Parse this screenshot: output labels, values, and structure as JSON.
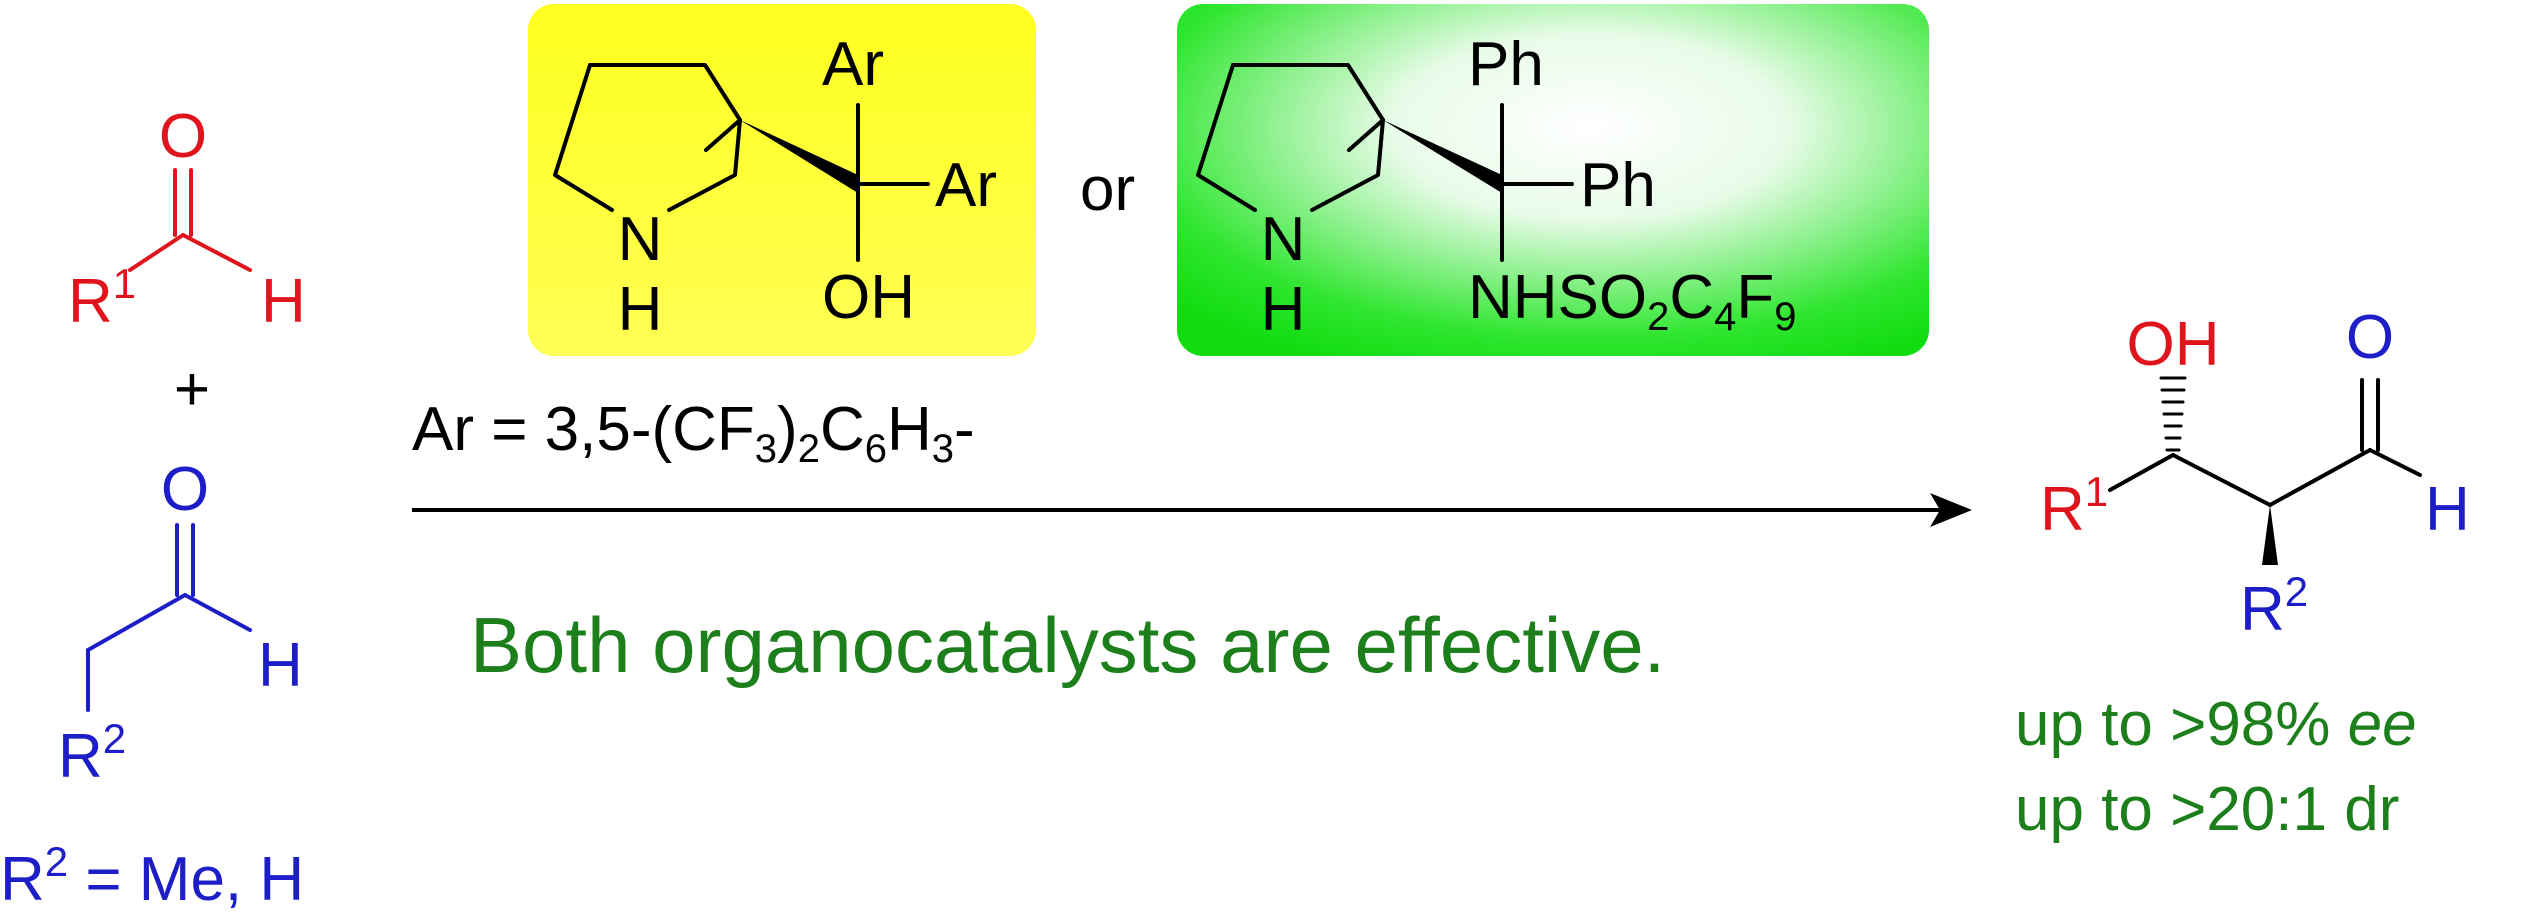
{
  "colors": {
    "red": "#e0141c",
    "blue": "#1d1ec8",
    "green": "#1c7f1c",
    "black": "#000000",
    "yellow_box": "#ffff40",
    "green_box": "#10e010"
  },
  "aldehyde1": {
    "O": "O",
    "R": "R",
    "R_sup": "1",
    "H": "H"
  },
  "plus": "+",
  "aldehyde2": {
    "O": "O",
    "H": "H",
    "R": "R",
    "R_sup": "2"
  },
  "r2_note": {
    "R": "R",
    "sup": "2",
    "rest": " = Me, H"
  },
  "catalyst1": {
    "Ar_top": "Ar",
    "Ar_right": "Ar",
    "OH": "OH",
    "N": "N",
    "NH_H": "H"
  },
  "or_label": "or",
  "catalyst2": {
    "Ph_top": "Ph",
    "Ph_right": "Ph",
    "N": "N",
    "NH_H": "H",
    "sulfonamide": {
      "p1": "NHSO",
      "s1": "2",
      "p2": "C",
      "s2": "4",
      "p3": "F",
      "s3": "9"
    }
  },
  "ar_definition": {
    "p1": "Ar = 3,5-(CF",
    "s1": "3",
    "p2": ")",
    "s2": "2",
    "p3": "C",
    "s3": "6",
    "p4": "H",
    "s4": "3",
    "p5": "-"
  },
  "effective_note": "Both organocatalysts are effective.",
  "product": {
    "OH": "OH",
    "O": "O",
    "H": "H",
    "R1": "R",
    "R1_sup": "1",
    "R2": "R",
    "R2_sup": "2"
  },
  "results": {
    "ee_prefix": "up to >98% ",
    "ee_italic": "ee",
    "dr": "up to >20:1 dr"
  }
}
